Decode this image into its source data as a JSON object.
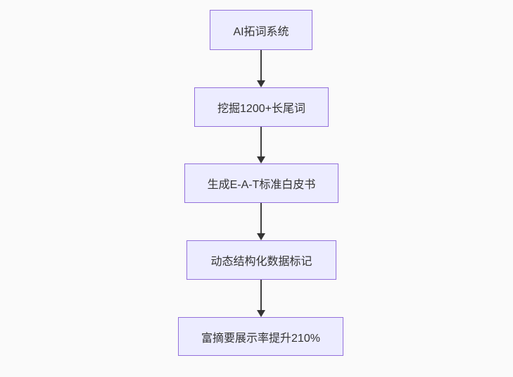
{
  "page": {
    "background": "#fafafa"
  },
  "diagram": {
    "type": "flowchart",
    "direction": "top-down",
    "style": {
      "node_fill": "#ECECFF",
      "node_border": "#9370DB",
      "node_text_color": "#333333",
      "arrow_color": "#333333"
    },
    "nodes": [
      {
        "label": "AI拓词系统"
      },
      {
        "label": "挖掘1200+长尾词"
      },
      {
        "label": "生成E-A-T标准白皮书"
      },
      {
        "label": "动态结构化数据标记"
      },
      {
        "label": "富摘要展示率提升210%"
      }
    ],
    "edges": [
      {
        "from": 1,
        "to": 2
      },
      {
        "from": 2,
        "to": 3
      },
      {
        "from": 3,
        "to": 4
      },
      {
        "from": 4,
        "to": 5
      }
    ]
  }
}
